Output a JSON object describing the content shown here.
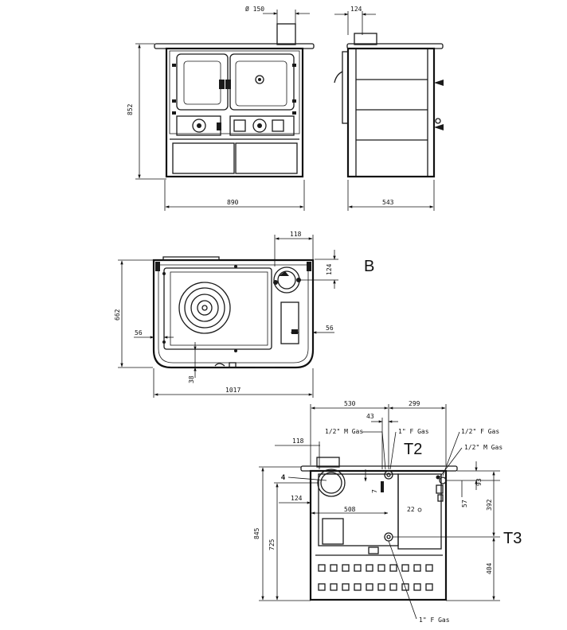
{
  "views": {
    "front": {
      "dims": {
        "diameter": "Ø 150",
        "height": "852",
        "width": "890"
      }
    },
    "side": {
      "dims": {
        "depth": "543",
        "flue_offset": "124"
      }
    },
    "top": {
      "label": "B",
      "dims": {
        "flue_x": "118",
        "flue_y": "124",
        "depth": "662",
        "left_margin": "56",
        "right_margin": "56",
        "front_gap": "38",
        "width": "1017"
      }
    },
    "rear": {
      "labels": {
        "t2": "T2",
        "t3": "T3",
        "item4": "4"
      },
      "connections": {
        "gas_m_left": "1/2\" M Gas",
        "gas_f_1in_top": "1\" F Gas",
        "gas_f_half": "1/2\" F Gas",
        "gas_m_right": "1/2\" M Gas",
        "gas_f_1in_bottom": "1\" F Gas"
      },
      "dims": {
        "w530": "530",
        "w299": "299",
        "d43": "43",
        "d7": "7",
        "d118": "118",
        "d124": "124",
        "d508": "508",
        "d22": "22",
        "h845": "845",
        "h725": "725",
        "h93": "93",
        "h57": "57",
        "h392": "392",
        "h404": "404"
      }
    }
  }
}
